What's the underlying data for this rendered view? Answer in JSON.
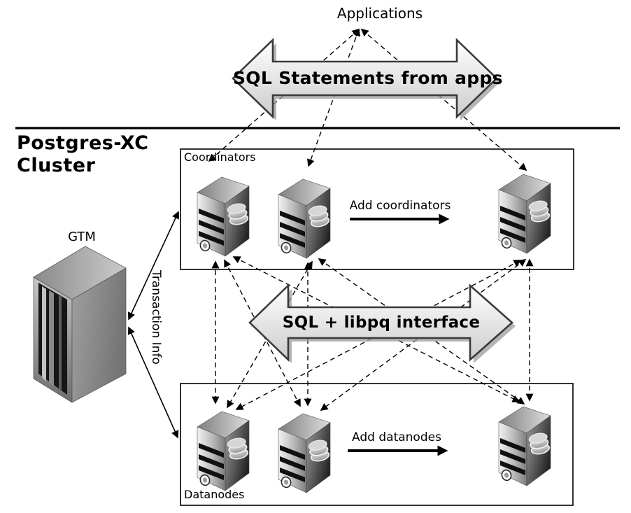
{
  "title": {
    "line1": "Postgres-XC",
    "line2": "Cluster"
  },
  "applications": {
    "label": "Applications"
  },
  "gtm": {
    "label": "GTM",
    "transaction_info": "Transaction Info"
  },
  "coordinators": {
    "label": "Coordinators",
    "add_label": "Add coordinators",
    "server_count": 3
  },
  "datanodes": {
    "label": "Datanodes",
    "add_label": "Add datanodes",
    "server_count": 3
  },
  "arrows": {
    "sql_statements": "SQL Statements from apps",
    "libpq": "SQL + libpq interface"
  },
  "colors": {
    "line": "#000000",
    "box_stroke": "#000000",
    "arrow_fill_light": "#f6f6f6",
    "arrow_fill_dark": "#d2d2d2",
    "arrow_stroke": "#3a3a3a",
    "server_front": "#efefef",
    "server_side_dark": "#262626"
  }
}
